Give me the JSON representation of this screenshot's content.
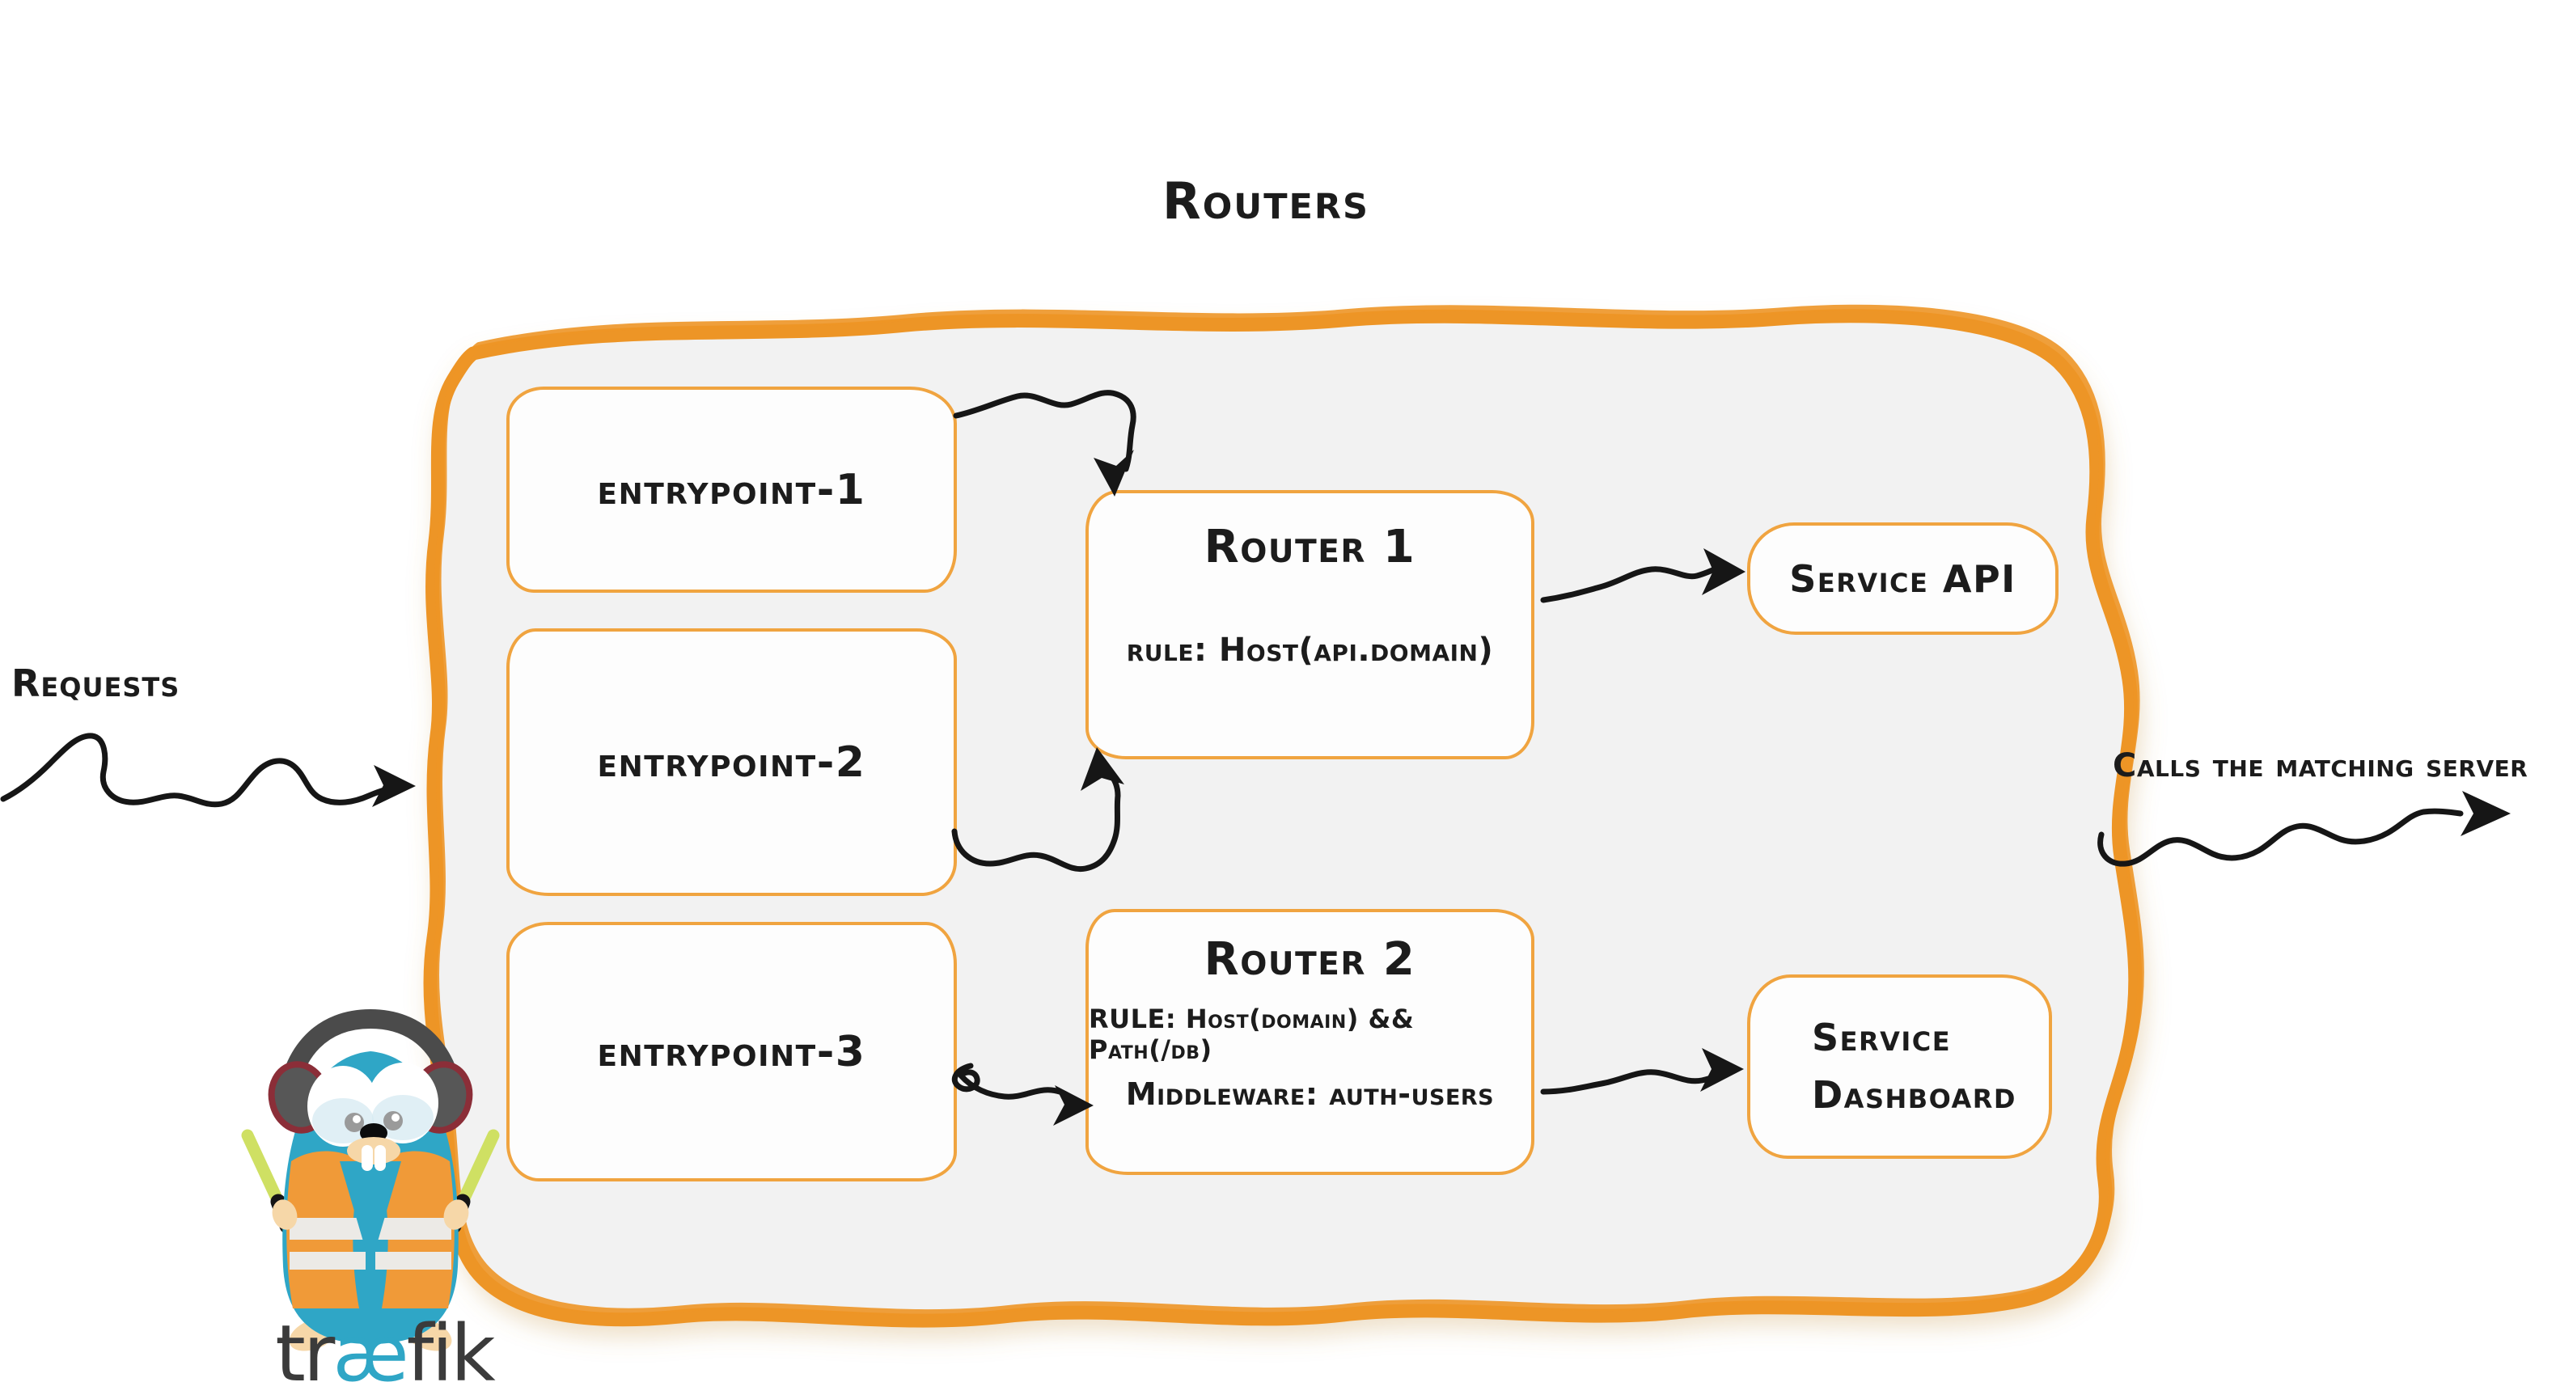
{
  "title": "Routers",
  "outside_labels": {
    "requests": "Requests",
    "calls_matching_server": "Calls the matching server"
  },
  "entrypoints": [
    {
      "label": "entrypoint-1"
    },
    {
      "label": "entrypoint-2"
    },
    {
      "label": "entrypoint-3"
    }
  ],
  "routers": [
    {
      "title": "Router 1",
      "rule": "rule: Host(api.domain)"
    },
    {
      "title": "Router 2",
      "rule": "RULE: Host(domain) && Path(/db)",
      "middleware": "Middleware: auth-users"
    }
  ],
  "services": [
    {
      "lines": [
        "Service API"
      ]
    },
    {
      "lines": [
        "Service",
        "Dashboard"
      ]
    }
  ],
  "connections": [
    {
      "from": "requests",
      "to": "routers-container",
      "style": "squiggle-arrow"
    },
    {
      "from": "entrypoint-1",
      "to": "router-1",
      "style": "squiggle-arrow"
    },
    {
      "from": "entrypoint-2",
      "to": "router-1",
      "style": "squiggle-arrow"
    },
    {
      "from": "entrypoint-3",
      "to": "router-2",
      "style": "squiggle-arrow"
    },
    {
      "from": "router-1",
      "to": "service-api",
      "style": "squiggle-arrow"
    },
    {
      "from": "router-2",
      "to": "service-dashboard",
      "style": "squiggle-arrow"
    },
    {
      "from": "routers-container",
      "to": "calls-the-matching-server",
      "style": "squiggle-arrow"
    }
  ],
  "logo": {
    "part1": "tr",
    "part2": "æ",
    "part3": "fik"
  },
  "colors": {
    "container_border_orange": "#ED9526",
    "box_border_orange": "#F0A440",
    "container_fill": "#F2F2F2",
    "box_fill": "#FDFDFD",
    "ink": "#1C1C1C",
    "traefik_teal": "#2FA6C6",
    "wordmark_dark": "#3B3B3B",
    "vest_orange": "#F09A38",
    "light_stick_green": "#CFE063"
  }
}
